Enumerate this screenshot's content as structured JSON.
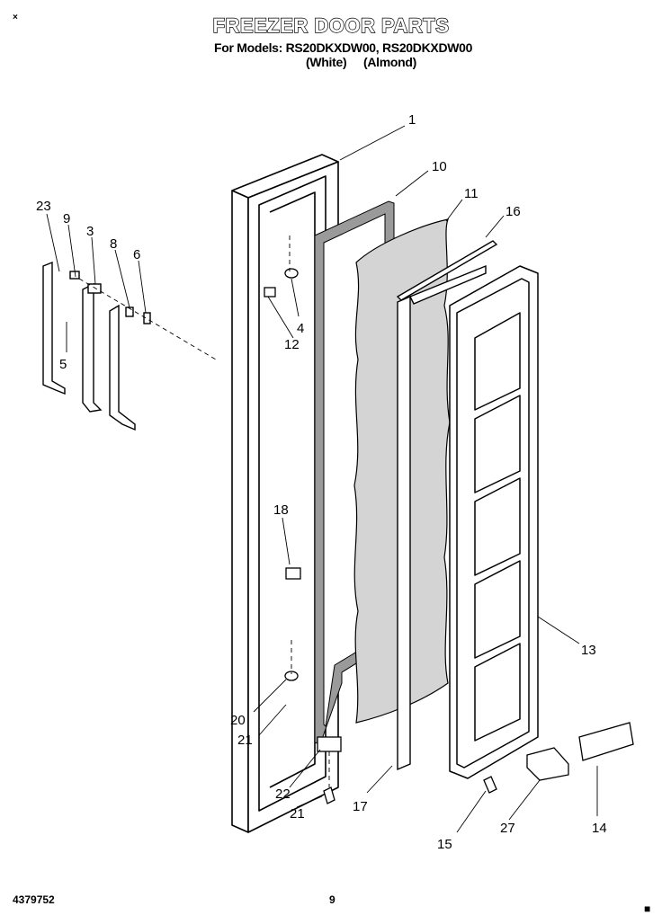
{
  "title": "FREEZER DOOR PARTS",
  "models_line": "For Models: RS20DKXDW00, RS20DKXDW00",
  "color_white": "(White)",
  "color_almond": "(Almond)",
  "corner_mark": "×",
  "footer_left": "4379752",
  "footer_page": "9",
  "callouts": [
    "1",
    "10",
    "11",
    "16",
    "23",
    "9",
    "3",
    "8",
    "6",
    "4",
    "12",
    "5",
    "18",
    "13",
    "20",
    "21",
    "22",
    "21",
    "17",
    "15",
    "27",
    "14"
  ]
}
